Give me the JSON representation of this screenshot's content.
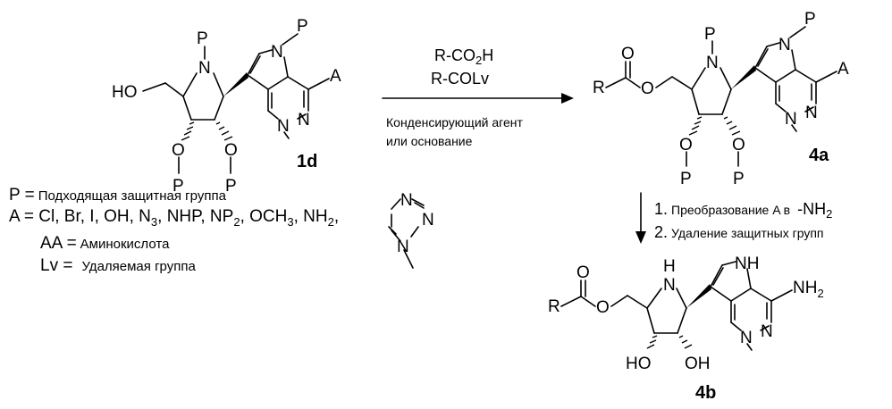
{
  "compounds": {
    "c1d": {
      "label": "1d",
      "atom_HO": "HO",
      "atom_N_ring": "N",
      "atom_P_N": "P",
      "atom_O_left": "O",
      "atom_P_left": "P",
      "atom_O_right": "O",
      "atom_P_right": "P",
      "atom_N_pyrrole": "N",
      "atom_P_pyrrole": "P",
      "atom_A": "A",
      "atom_N_pym1": "N",
      "atom_N_pym2": "N"
    },
    "c4a": {
      "label": "4a",
      "atom_R": "R",
      "atom_O_carbonyl": "O",
      "atom_O_ester": "O",
      "atom_N_ring": "N",
      "atom_P_N": "P",
      "atom_O_left": "O",
      "atom_P_left": "P",
      "atom_O_right": "O",
      "atom_P_right": "P",
      "atom_N_pyrrole": "N",
      "atom_P_pyrrole": "P",
      "atom_A": "A",
      "atom_N_pym1": "N",
      "atom_N_pym2": "N"
    },
    "c4b": {
      "label": "4b",
      "atom_R": "R",
      "atom_O_carbonyl": "O",
      "atom_O_ester": "O",
      "atom_H_ring": "H",
      "atom_N_ring": "N",
      "atom_HO_left": "HO",
      "atom_OH_right": "OH",
      "atom_NH_pyrrole": "NH",
      "atom_NH2": "NH",
      "atom_NH2_sub": "2",
      "atom_N_pym1": "N",
      "atom_N_pym2": "N"
    }
  },
  "arrow1": {
    "reagent1": "R-CO",
    "reagent1_sub": "2",
    "reagent1_tail": "H",
    "reagent2": "R-COLv",
    "condition1": "Конденсирующий агент",
    "condition2": "или основание"
  },
  "arrow2": {
    "step1_num": "1.",
    "step1": "Преобразование A в",
    "step1_tail": "-NH",
    "step1_sub": "2",
    "step2_num": "2.",
    "step2": "Удаление защитных групп"
  },
  "legend": {
    "p_key": "P =",
    "p_desc": "Подходящая защитная группа",
    "a_line": "A = Cl, Br, I, OH, N",
    "a_n3_sub": "3",
    "a_nhp": ", NHP, NP",
    "a_np2_sub": "2",
    "a_och3": ", OCH",
    "a_och3_sub": "3",
    "a_nh2": ", NH",
    "a_nh2_sub": "2",
    "a_comma": ",",
    "aa_key": "AA =",
    "aa_desc": "Аминокислота",
    "lv_key": "Lv =",
    "lv_desc": "Удаляемая группа",
    "triazole_n1": "N",
    "triazole_n2": "N",
    "triazole_n3": "N"
  }
}
